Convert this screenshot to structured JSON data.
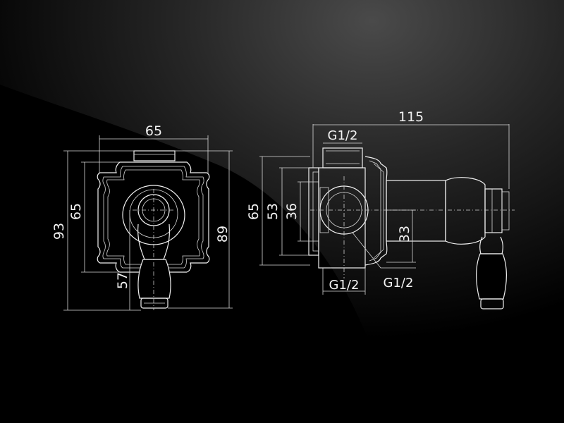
{
  "drawing": {
    "colors": {
      "background": "#000000",
      "lines": "#f0f0f0",
      "highlight": "#3a3a3a",
      "handle": "#000000"
    },
    "front_view": {
      "width_label": "65",
      "outer_height_label": "93",
      "inner_height_label": "65",
      "handle_drop_label": "57",
      "right_height_label": "89"
    },
    "side_view": {
      "overall_width_label": "115",
      "top_thread_label": "G1/2",
      "bottom_thread_label": "G1/2",
      "side_thread_label": "G1/2",
      "height_65_label": "65",
      "height_53_label": "53",
      "height_36_label": "36",
      "height_33_label": "33"
    }
  }
}
